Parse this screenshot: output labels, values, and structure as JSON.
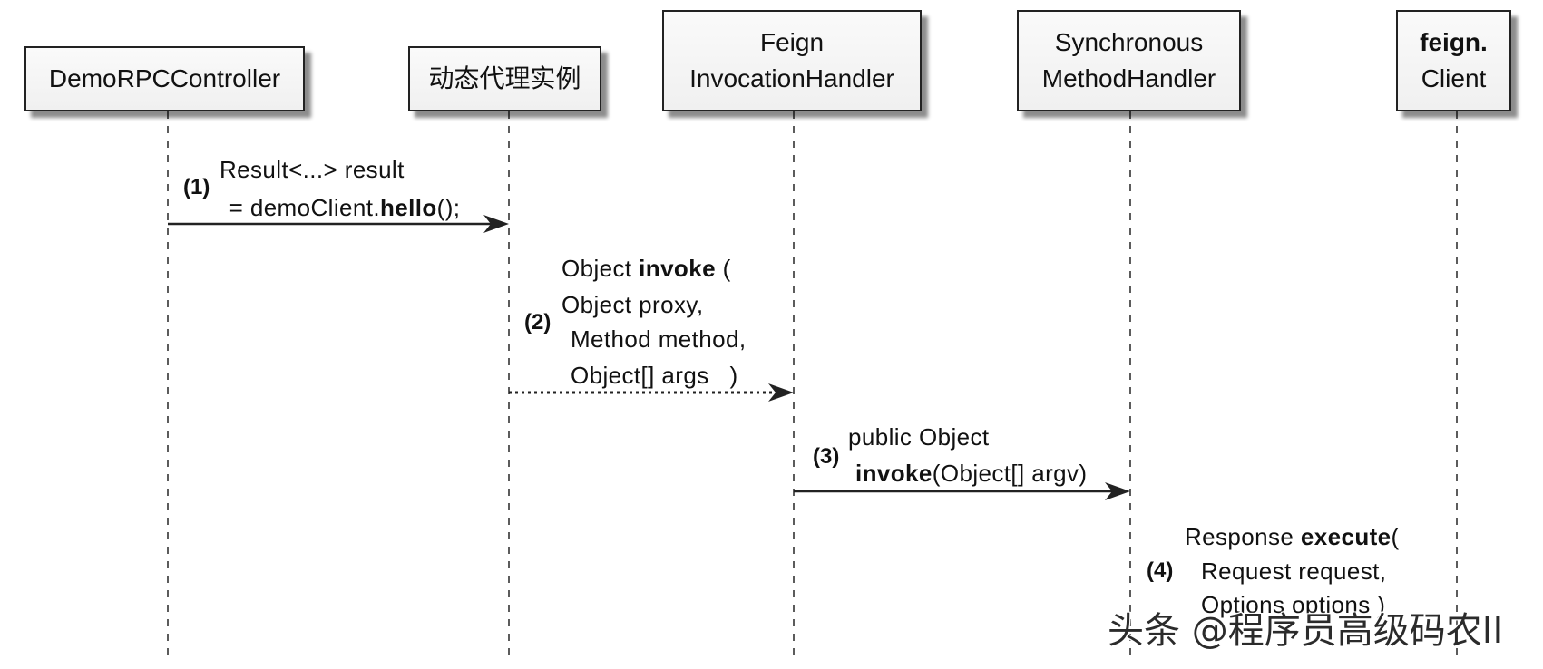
{
  "colors": {
    "background": "#ffffff",
    "box_fill": "#f0f0f0",
    "box_border": "#222222",
    "shadow": "rgba(0,0,0,0.45)",
    "line": "#333333",
    "text": "#111111"
  },
  "participants": {
    "demo_controller": {
      "label": "DemoRPCController"
    },
    "proxy_instance": {
      "label": "动态代理实例"
    },
    "invocation_handler": {
      "line1": "Feign",
      "line2": "InvocationHandler"
    },
    "method_handler": {
      "line1": "Synchronous",
      "line2": "MethodHandler"
    },
    "feign_client": {
      "line1": "feign.",
      "line2": "Client"
    }
  },
  "messages": [
    {
      "number": "(1)",
      "arrow_style": "solid",
      "line1": "Result<...> result",
      "line2": {
        "pre": " = demoClient.",
        "bold": "hello",
        "post": "();"
      }
    },
    {
      "number": "(2)",
      "arrow_style": "dotted",
      "line1": {
        "pre": "Object ",
        "bold": "invoke",
        "post": " ("
      },
      "line2": "Object proxy,",
      "line3": "Method method,",
      "line4": "Object[] args   )"
    },
    {
      "number": "(3)",
      "arrow_style": "solid",
      "line1": "public Object",
      "line2": {
        "pre": "",
        "bold": "invoke",
        "post": "(Object[] argv)"
      }
    },
    {
      "number": "(4)",
      "line1": {
        "pre": "Response ",
        "bold": "execute",
        "post": "("
      },
      "line2": "Request request,",
      "line3": "Options options )"
    }
  ],
  "watermark": "头条 @程序员高级码农II"
}
